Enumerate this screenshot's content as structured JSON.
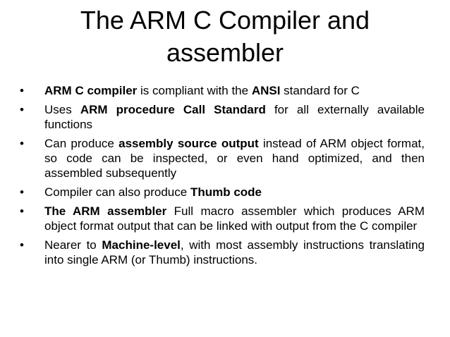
{
  "slide": {
    "title_line1": "The ARM  C Compiler and",
    "title_line2": "assembler",
    "bullet_glyph": "•",
    "bullets": [
      {
        "b1": "ARM C compiler",
        "t1": " is compliant with the ",
        "b2": "ANSI",
        "t2": " standard for C"
      },
      {
        "t1": "Uses ",
        "b1": "ARM procedure Call Standard",
        "t2": " for all externally available functions"
      },
      {
        "t1": "Can produce ",
        "b1": "assembly source output",
        "t2": " instead of ARM object format, so code can be inspected, or even hand optimized, and then assembled subsequently"
      },
      {
        "t1": "Compiler can also produce ",
        "b1": "Thumb code"
      },
      {
        "b1": "The ARM assembler",
        "t1": " Full macro assembler which produces ARM object format output that  can be linked with output from the C compiler"
      },
      {
        "t1": "Nearer to ",
        "b1": "Machine-level",
        "t2": ", with most assembly instructions translating  into single ARM (or Thumb) instructions."
      }
    ]
  }
}
